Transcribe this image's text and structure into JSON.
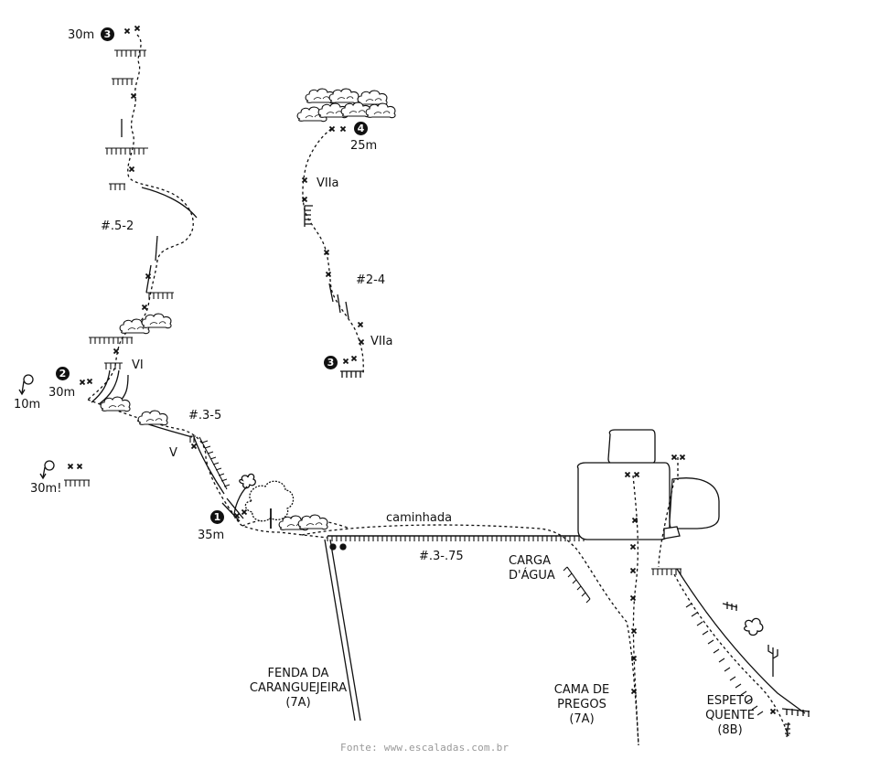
{
  "pitches": [
    {
      "number": "1",
      "length": "35m"
    },
    {
      "number": "2",
      "length": "30m"
    },
    {
      "number": "3",
      "length": "30m"
    },
    {
      "number": "3",
      "length": ""
    },
    {
      "number": "4",
      "length": "25m"
    }
  ],
  "rappels": [
    {
      "length": "10m"
    },
    {
      "length": "30m!"
    }
  ],
  "grades": {
    "v": "V",
    "vi": "VI",
    "viia_upper": "VIIa",
    "viia_lower": "VIIa"
  },
  "gear": {
    "cams_top": "#.5-2",
    "cams_mid": "#.3-5",
    "cams_upper_right": "#2-4",
    "cams_ledge": "#.3-.75"
  },
  "approach": "caminhada",
  "routes": {
    "carga": {
      "line1": "CARGA",
      "line2": "D'ÁGUA"
    },
    "fenda": {
      "line1": "FENDA DA",
      "line2": "CARANGUEJEIRA",
      "grade": "(7A)"
    },
    "cama": {
      "line1": "CAMA DE",
      "line2": "PREGOS",
      "grade": "(7A)"
    },
    "espeto": {
      "line1": "ESPETO",
      "line2": "QUENTE",
      "grade": "(8B)"
    }
  },
  "credit": "Fonte: www.escaladas.com.br",
  "colors": {
    "ink": "#111111",
    "credit": "#999999",
    "background": "#ffffff"
  }
}
